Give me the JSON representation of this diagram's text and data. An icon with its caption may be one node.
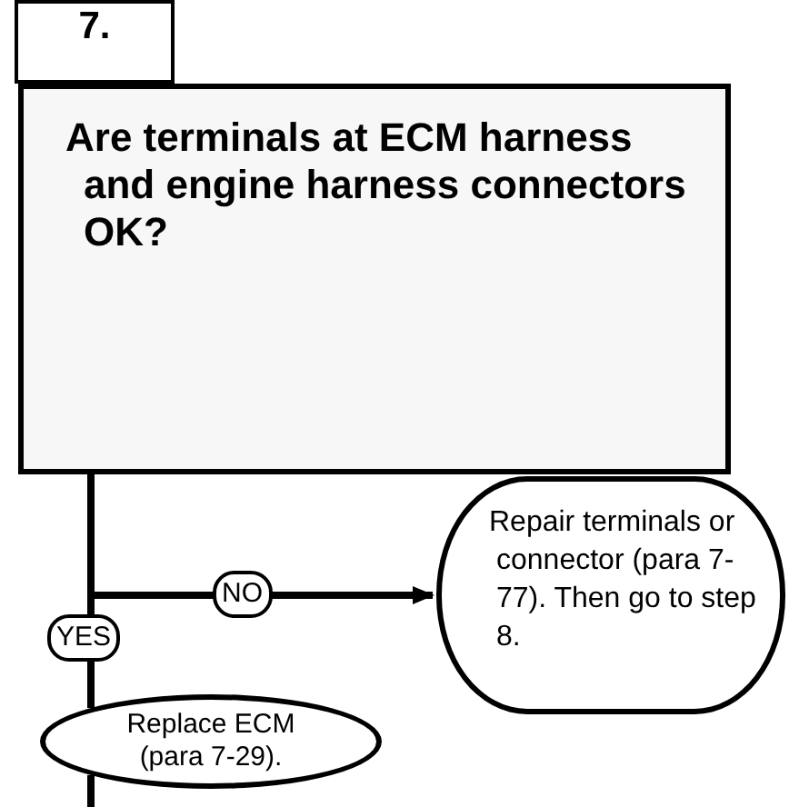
{
  "diagram": {
    "nodes": [
      {
        "text": [
          "7."
        ]
      },
      {
        "text": [
          "Are terminals at ECM harness and engine harness connectors OK?"
        ]
      },
      {
        "text": [
          "Repair terminals or connector (para 7-77). Then go to step 8."
        ]
      },
      {
        "text": [
          "Replace ECM (para 7-29)."
        ]
      }
    ],
    "edges": [
      {
        "from": 1,
        "to": 2,
        "arrow": "to",
        "label": "NO"
      },
      {
        "from": 1,
        "to": 3,
        "arrow": "none",
        "label": "YES"
      },
      {
        "from": 3,
        "to": null,
        "arrow": "none"
      }
    ]
  }
}
